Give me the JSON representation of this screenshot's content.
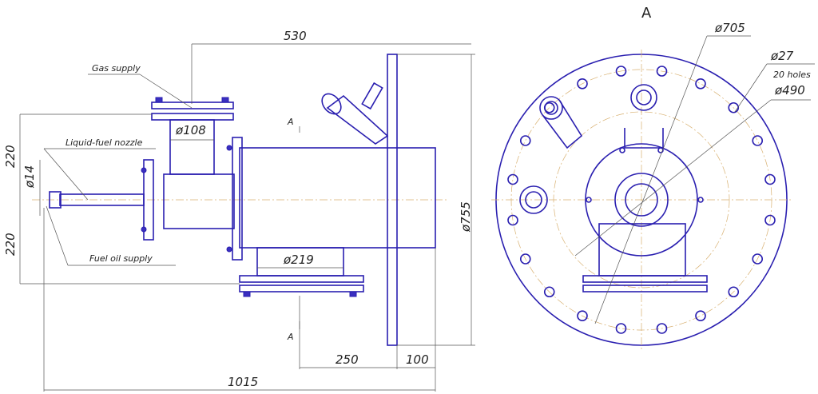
{
  "view_label": "A",
  "section_marks": [
    "A",
    "A"
  ],
  "labels": {
    "gas": "Gas supply",
    "nozzle": "Liquid-fuel nozzle",
    "fuel_oil": "Fuel oil supply"
  },
  "dims": {
    "top_len": "530",
    "total_len": "1015",
    "d250": "250",
    "d100": "100",
    "d755": "ø755",
    "d108": "ø108",
    "d219": "ø219",
    "d14": "ø14",
    "h220_top": "220",
    "h220_bot": "220",
    "d705": "ø705",
    "d27": "ø27",
    "holes": "20 holes",
    "d490": "ø490"
  },
  "hole_count": 20
}
